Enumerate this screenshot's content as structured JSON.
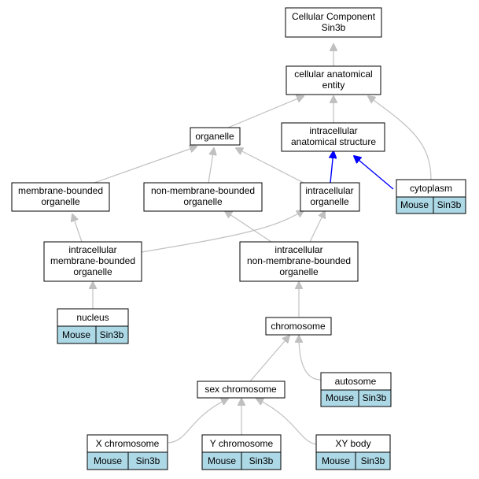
{
  "annotation_colors": {
    "cell_fill": "#add8e6",
    "edge_default": "#c0c0c0",
    "edge_highlight": "#0000ff"
  },
  "nodes": {
    "cellular_component": {
      "lines": [
        "Cellular Component",
        "Sin3b"
      ]
    },
    "cellular_anatomical_entity": {
      "lines": [
        "cellular anatomical",
        "entity"
      ]
    },
    "organelle": {
      "lines": [
        "organelle"
      ]
    },
    "intracellular_anatomical_structure": {
      "lines": [
        "intracellular",
        "anatomical structure"
      ]
    },
    "cytoplasm": {
      "lines": [
        "cytoplasm"
      ],
      "annotation": [
        "Mouse",
        "Sin3b"
      ]
    },
    "membrane_bounded_organelle": {
      "lines": [
        "membrane-bounded",
        "organelle"
      ]
    },
    "non_membrane_bounded_organelle": {
      "lines": [
        "non-membrane-bounded",
        "organelle"
      ]
    },
    "intracellular_organelle": {
      "lines": [
        "intracellular",
        "organelle"
      ]
    },
    "intracellular_membrane_bounded_organelle": {
      "lines": [
        "intracellular",
        "membrane-bounded",
        "organelle"
      ]
    },
    "intracellular_non_membrane_bounded_organelle": {
      "lines": [
        "intracellular",
        "non-membrane-bounded",
        "organelle"
      ]
    },
    "nucleus": {
      "lines": [
        "nucleus"
      ],
      "annotation": [
        "Mouse",
        "Sin3b"
      ]
    },
    "chromosome": {
      "lines": [
        "chromosome"
      ]
    },
    "autosome": {
      "lines": [
        "autosome"
      ],
      "annotation": [
        "Mouse",
        "Sin3b"
      ]
    },
    "sex_chromosome": {
      "lines": [
        "sex chromosome"
      ]
    },
    "x_chromosome": {
      "lines": [
        "X chromosome"
      ],
      "annotation": [
        "Mouse",
        "Sin3b"
      ]
    },
    "y_chromosome": {
      "lines": [
        "Y chromosome"
      ],
      "annotation": [
        "Mouse",
        "Sin3b"
      ]
    },
    "xy_body": {
      "lines": [
        "XY body"
      ],
      "annotation": [
        "Mouse",
        "Sin3b"
      ]
    }
  }
}
